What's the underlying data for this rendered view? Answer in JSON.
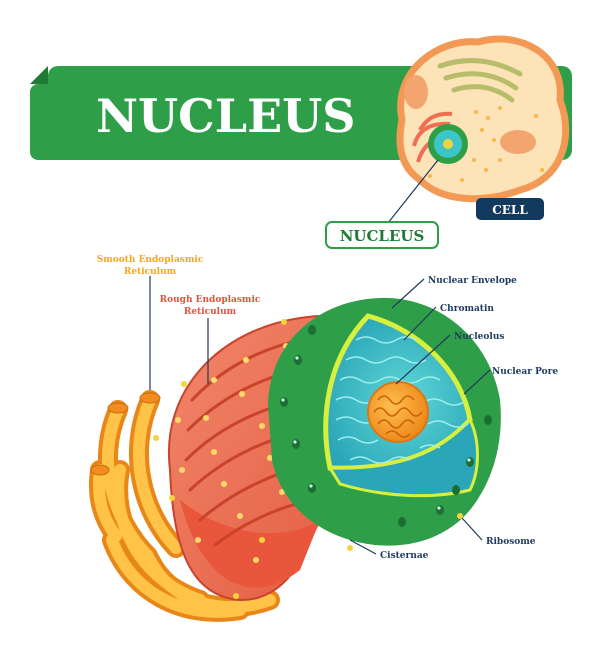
{
  "title": "NUCLEUS",
  "cell_badge": "CELL",
  "nucleus_badge": "NUCLEUS",
  "labels": {
    "smooth_er_1": "Smooth Endoplasmic",
    "smooth_er_2": "Reticulum",
    "rough_er_1": "Rough Endoplasmic",
    "rough_er_2": "Reticulum",
    "nuclear_envelope": "Nuclear Envelope",
    "chromatin": "Chromatin",
    "nucleolus": "Nucleolus",
    "nuclear_pore": "Nuclear Pore",
    "ribosome": "Ribosome",
    "cisternae": "Cisternae"
  },
  "colors": {
    "banner": "#2f9e48",
    "banner_dark": "#1f7a35",
    "title_text": "#ffffff",
    "label_text": "#1e3a5f",
    "smooth_er_label": "#f5a623",
    "rough_er_label": "#e0533b",
    "cell_fill": "#fde3b8",
    "cell_border": "#f29a55",
    "rough_er": "#ef6f55",
    "smooth_er": "#f7a928",
    "nucleus_green": "#2f9e48",
    "nucleus_inner": "#3cc6c8",
    "nucleolus": "#f5a623"
  }
}
